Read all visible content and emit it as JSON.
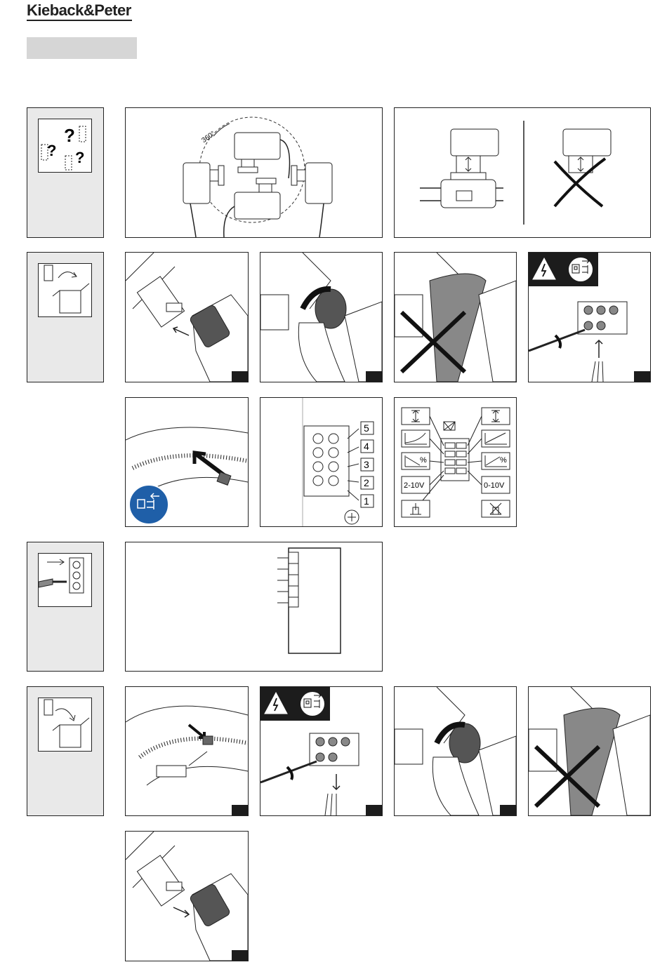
{
  "header": {
    "brand": "Kieback&Peter"
  },
  "installation": {
    "rotation_label": "360°"
  },
  "terminals": {
    "numbers": [
      "5",
      "4",
      "3",
      "2",
      "1"
    ]
  },
  "mode_switch": {
    "labels": {
      "range_left": "2-10V",
      "range_right": "0-10V",
      "percent": "%"
    }
  },
  "wiring": {
    "pin_count": 5
  },
  "colors": {
    "accent_blue": "#1f5fa8",
    "dark": "#1c1c1c",
    "side_bg": "#e9e9e9",
    "banner_gray": "#d6d6d6"
  }
}
